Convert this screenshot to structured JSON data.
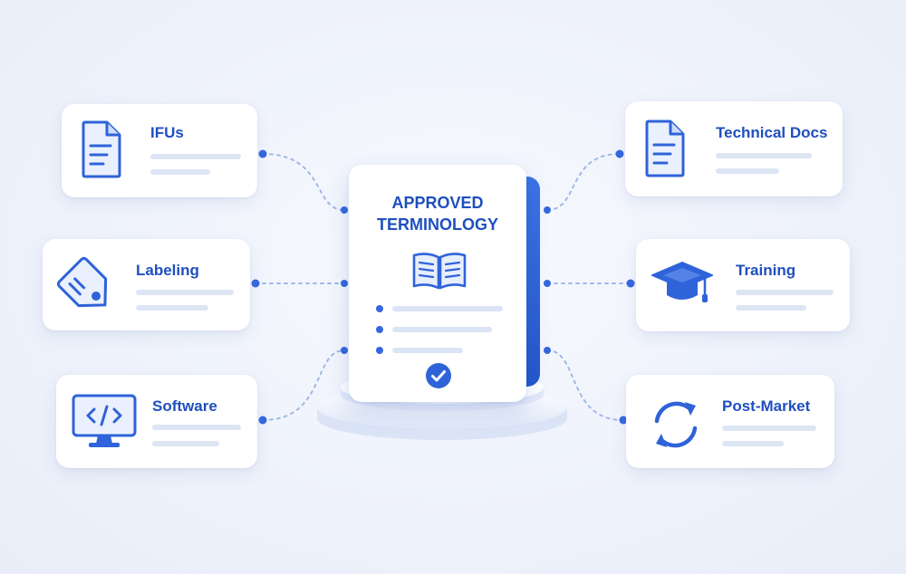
{
  "center": {
    "title_line1": "APPROVED",
    "title_line2": "TERMINOLOGY",
    "icon": "open-book-icon",
    "badge_icon": "check-circle-icon"
  },
  "nodes": {
    "ifus": {
      "label": "IFUs",
      "icon": "document-icon"
    },
    "labeling": {
      "label": "Labeling",
      "icon": "tag-icon"
    },
    "software": {
      "label": "Software",
      "icon": "monitor-code-icon"
    },
    "technical_docs": {
      "label": "Technical Docs",
      "icon": "document-icon"
    },
    "training": {
      "label": "Training",
      "icon": "graduation-cap-icon"
    },
    "post_market": {
      "label": "Post-Market",
      "icon": "refresh-cycle-icon"
    }
  },
  "colors": {
    "accent": "#2f63d9",
    "label": "#1f4fbf",
    "placeholder_line": "#dde5f4",
    "connector": "#9fb8e8"
  }
}
